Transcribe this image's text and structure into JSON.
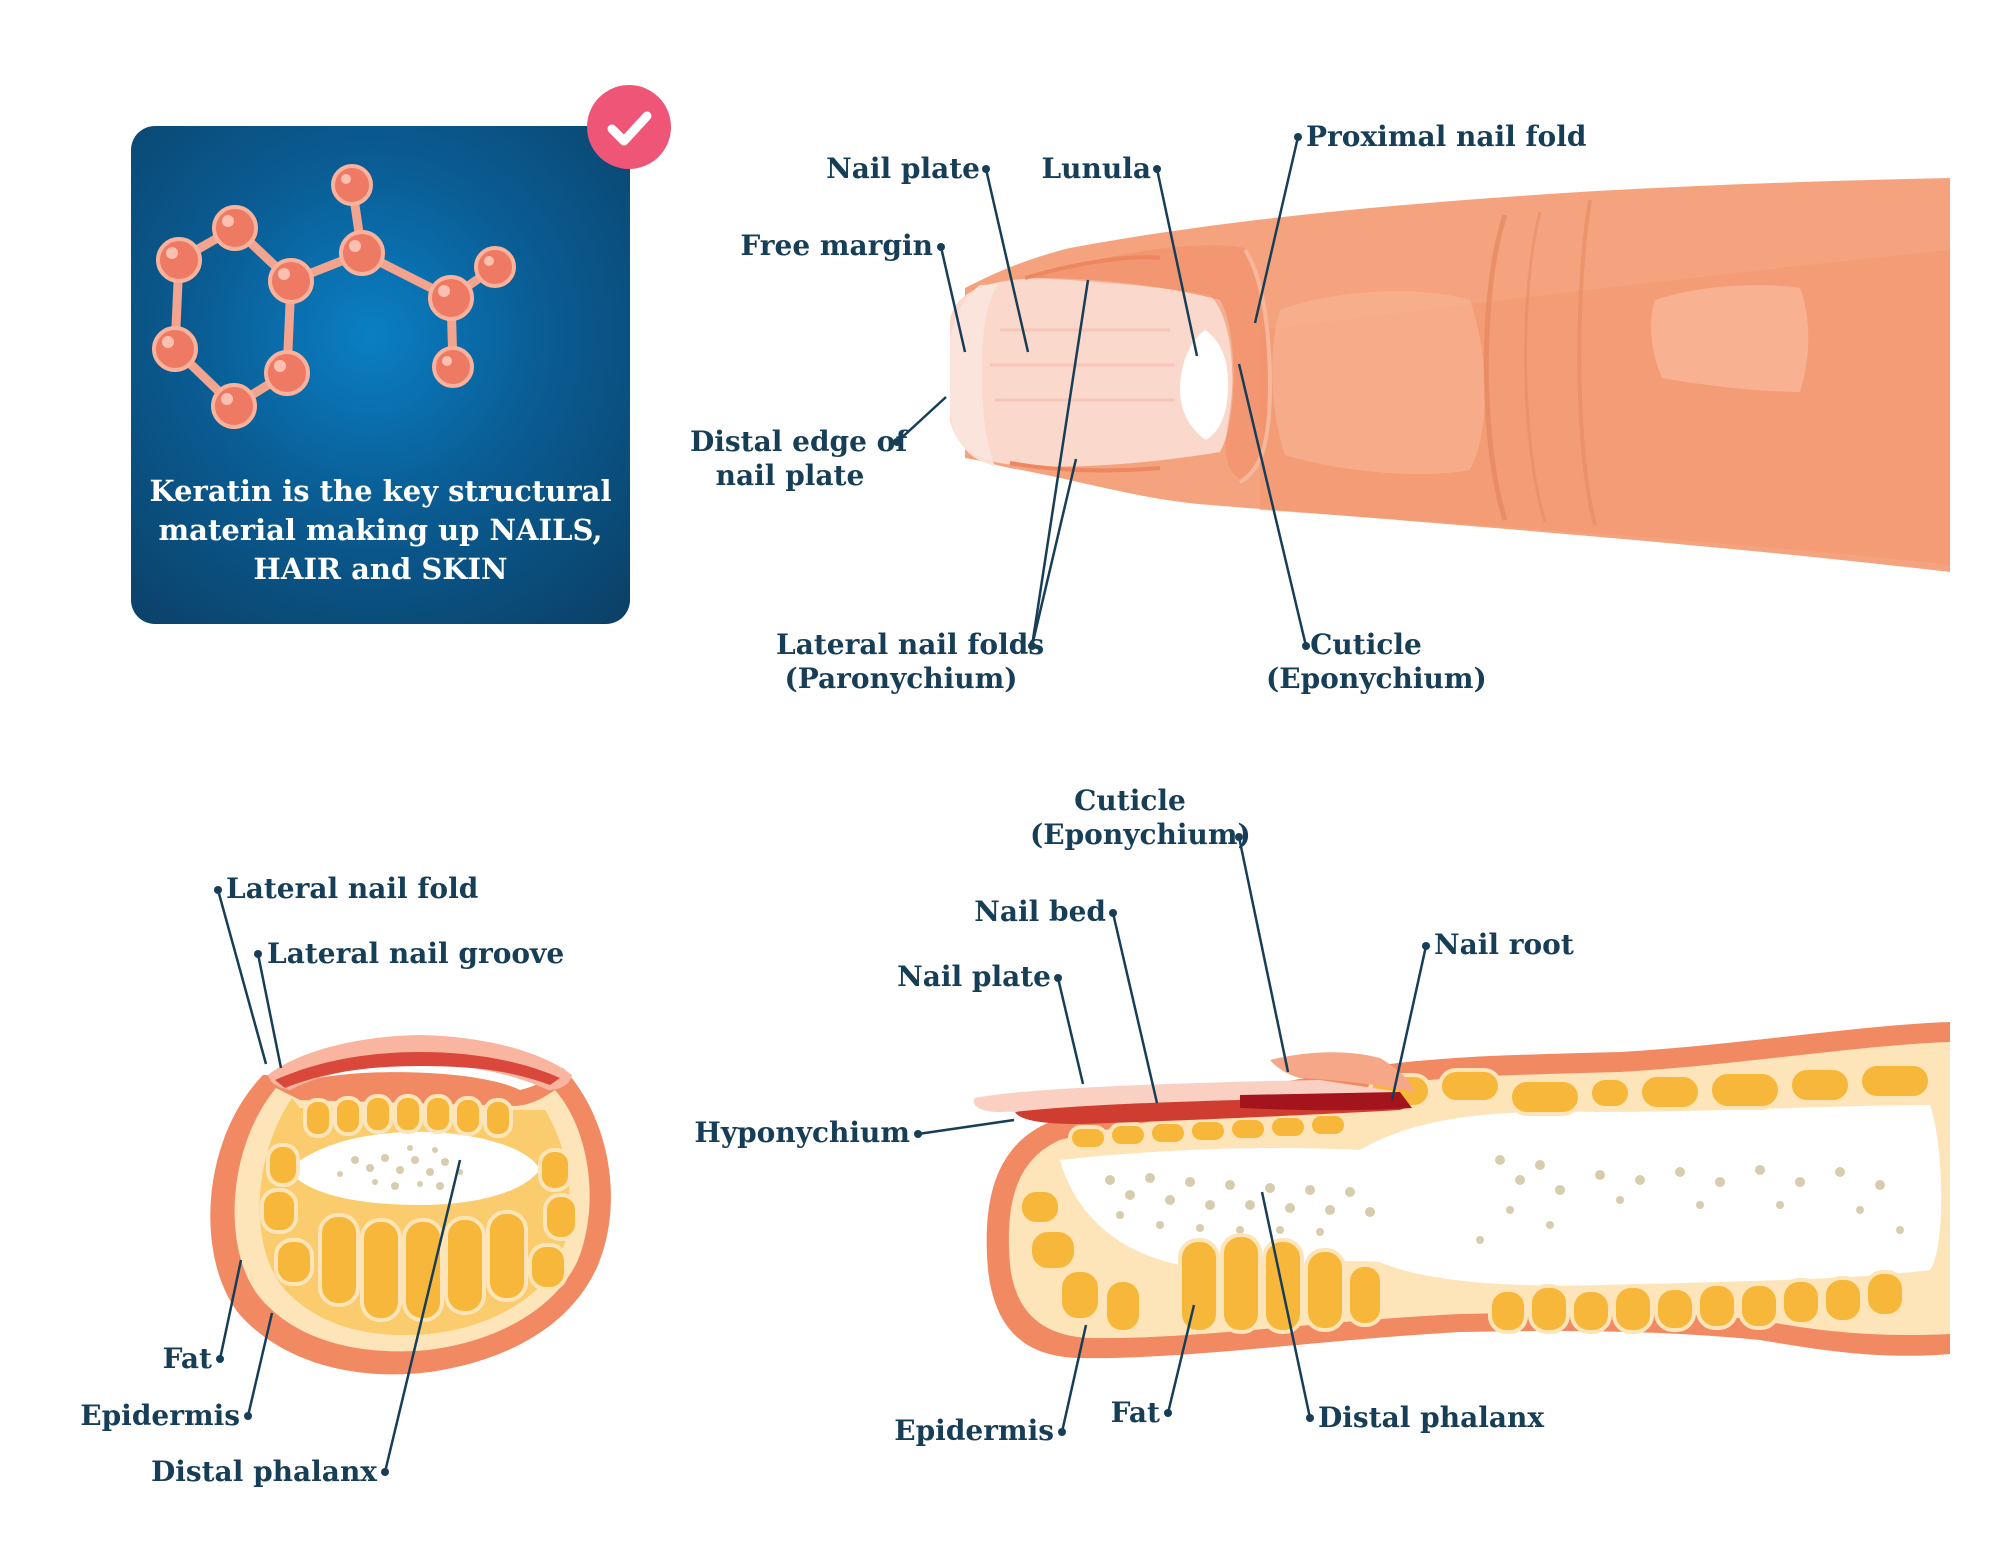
{
  "info": {
    "text_line1": "Keratin is the key structural",
    "text_line2": "material making up NAILS,",
    "text_line3": "HAIR and SKIN",
    "icon": "check-icon",
    "molecule_icon": "molecule-icon"
  },
  "colors": {
    "label": "#173e57",
    "box_dark": "#0b3f65",
    "box_light": "#0a7fc4",
    "badge": "#ee5576",
    "skin": "#f5a37e",
    "fat": "#f7b73a",
    "bone": "#f6f1e3",
    "atom": "#ee7a63"
  },
  "finger_top": {
    "nail_plate": "Nail plate",
    "lunula": "Lunula",
    "proximal_nail_fold": "Proximal nail fold",
    "free_margin": "Free margin",
    "distal_edge_line1": "Distal edge of",
    "distal_edge_line2": "nail plate",
    "lateral_folds_line1": "Lateral nail folds",
    "lateral_folds_line2": "(Paronychium)",
    "cuticle_line1": "Cuticle",
    "cuticle_line2": "(Eponychium)"
  },
  "cross_section": {
    "lateral_nail_fold": "Lateral nail fold",
    "lateral_nail_groove": "Lateral nail groove",
    "fat": "Fat",
    "epidermis": "Epidermis",
    "distal_phalanx": "Distal phalanx"
  },
  "side_section": {
    "cuticle_line1": "Cuticle",
    "cuticle_line2": "(Eponychium)",
    "nail_bed": "Nail bed",
    "nail_plate": "Nail plate",
    "nail_root": "Nail root",
    "hyponychium": "Hyponychium",
    "epidermis": "Epidermis",
    "fat": "Fat",
    "distal_phalanx": "Distal phalanx"
  }
}
